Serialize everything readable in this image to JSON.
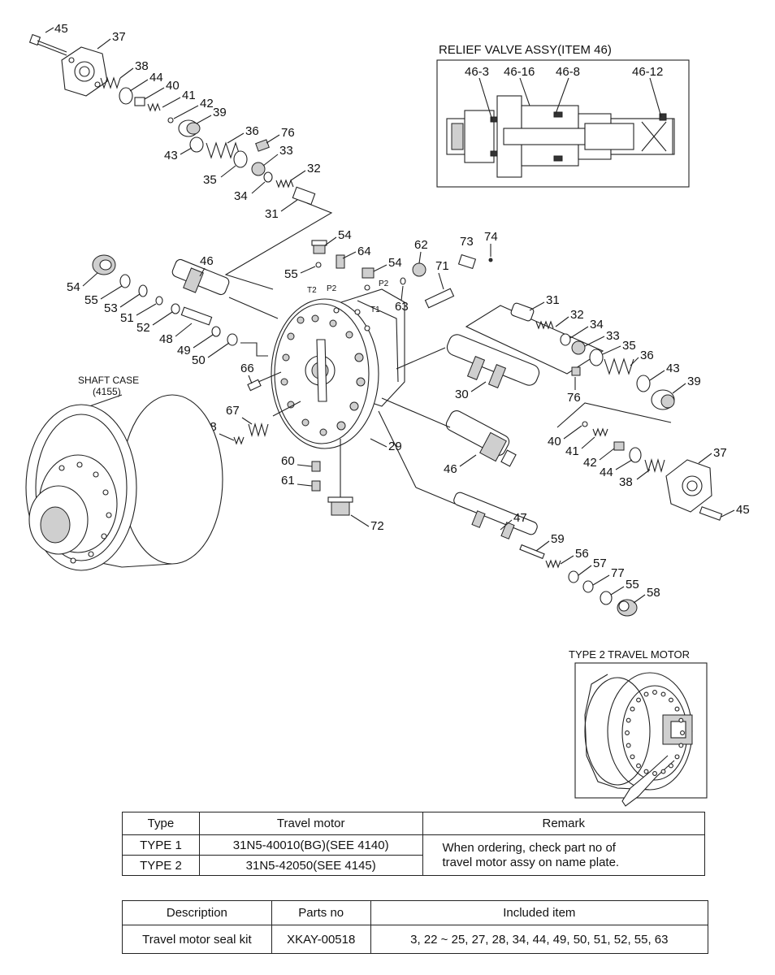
{
  "labels": {
    "p45a": "45",
    "p37a": "37",
    "p38a": "38",
    "p44a": "44",
    "p40a": "40",
    "p41a": "41",
    "p42a": "42",
    "p39a": "39",
    "p36a": "36",
    "p76a": "76",
    "p43a": "43",
    "p33a": "33",
    "p35a": "35",
    "p32a": "32",
    "p34a": "34",
    "p31a": "31",
    "p54a": "54",
    "p55a": "55",
    "p53": "53",
    "p51": "51",
    "p52": "52",
    "p48": "48",
    "p49": "49",
    "p50": "50",
    "p46a": "46",
    "p54b": "54",
    "p64": "64",
    "p54c": "54",
    "p62": "62",
    "p73": "73",
    "p74": "74",
    "p55b": "55",
    "p71": "71",
    "p63": "63",
    "p31b": "31",
    "p32b": "32",
    "p34b": "34",
    "p33b": "33",
    "p35b": "35",
    "p36b": "36",
    "p43b": "43",
    "p39b": "39",
    "p30": "30",
    "p76b": "76",
    "p66": "66",
    "p67": "67",
    "p68": "68",
    "p29": "29",
    "p60": "60",
    "p61": "61",
    "p72": "72",
    "p46b": "46",
    "p40b": "40",
    "p41b": "41",
    "p42b": "42",
    "p44b": "44",
    "p38b": "38",
    "p37b": "37",
    "p45b": "45",
    "p47": "47",
    "p59": "59",
    "p56": "56",
    "p57": "57",
    "p77": "77",
    "p55c": "55",
    "p58": "58",
    "rv_46_3": "46-3",
    "rv_46_16": "46-16",
    "rv_46_8": "46-8",
    "rv_46_12": "46-12",
    "port_t2": "T2",
    "port_p2a": "P2",
    "port_p2b": "P2",
    "port_t1": "T1"
  },
  "relief_valve_title": "RELIEF VALVE ASSY(ITEM 46)",
  "shaft_case_title": "SHAFT CASE",
  "shaft_case_ref": "(4155)",
  "type2_title": "TYPE 2 TRAVEL MOTOR",
  "type_table": {
    "headers": [
      "Type",
      "Travel motor",
      "Remark"
    ],
    "rows": [
      {
        "type": "TYPE 1",
        "motor": "31N5-40010(BG)(SEE 4140)"
      },
      {
        "type": "TYPE 2",
        "motor": "31N5-42050(SEE 4145)"
      }
    ],
    "remark_line1": "When ordering, check part no of",
    "remark_line2": "travel motor assy on name plate."
  },
  "kit_table": {
    "headers": [
      "Description",
      "Parts no",
      "Included item"
    ],
    "row": {
      "description": "Travel motor seal kit",
      "parts_no": "XKAY-00518",
      "included": "3, 22 ~ 25, 27, 28, 34, 44, 49, 50, 51, 52, 55, 63"
    }
  }
}
